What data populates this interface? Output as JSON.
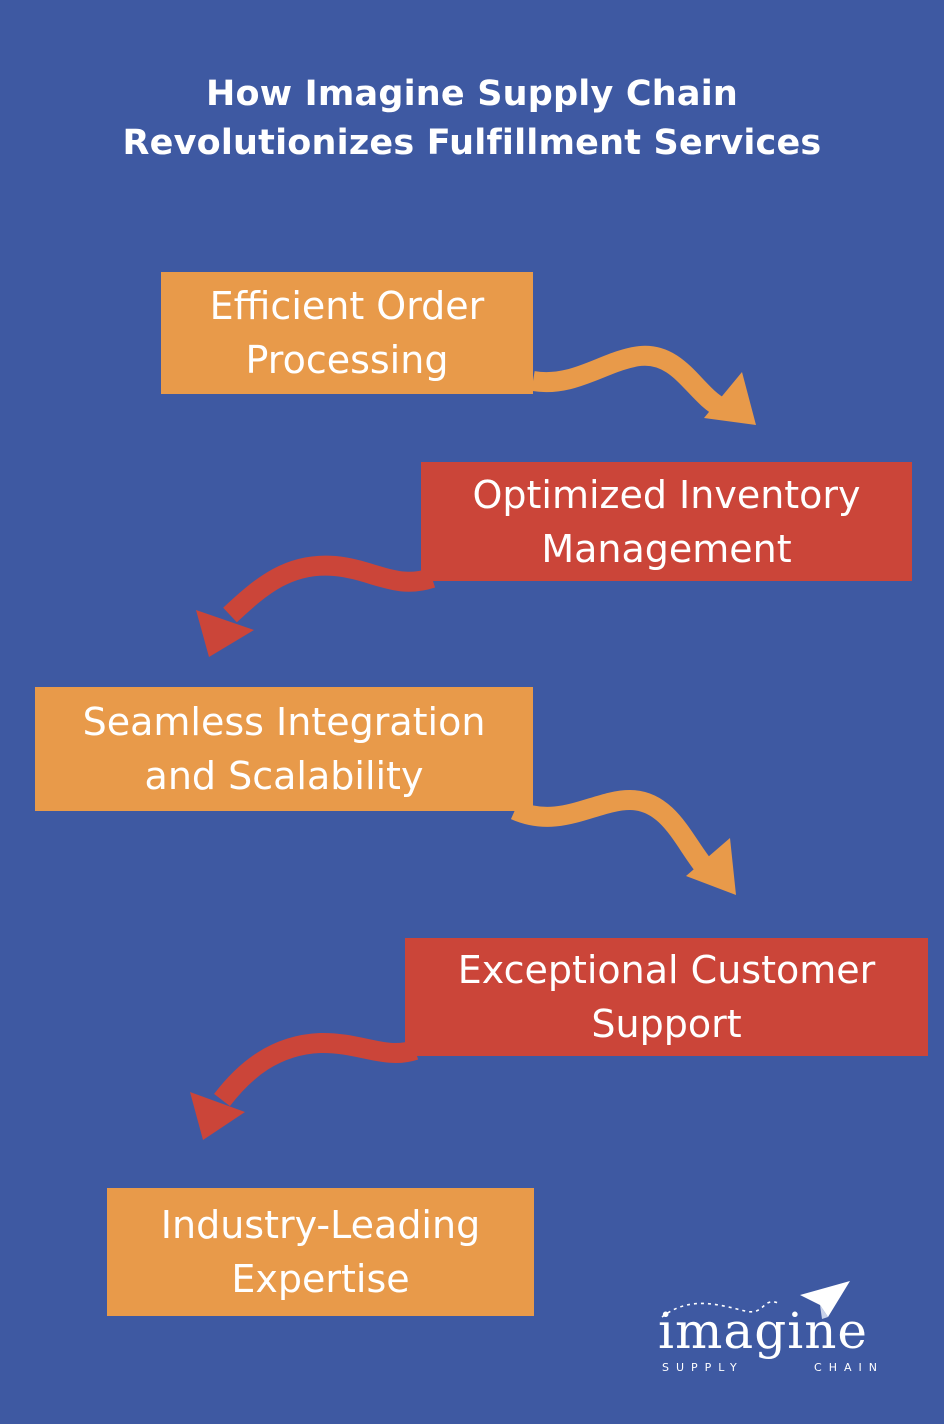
{
  "title": {
    "line1": "How Imagine Supply Chain",
    "line2": "Revolutionizes Fulfillment Services"
  },
  "steps": [
    {
      "line1": "Efficient Order",
      "line2": "Processing",
      "color": "#e89a4a"
    },
    {
      "line1": "Optimized Inventory",
      "line2": "Management",
      "color": "#cb4539"
    },
    {
      "line1": "Seamless Integration",
      "line2": "and Scalability",
      "color": "#e89a4a"
    },
    {
      "line1": "Exceptional Customer",
      "line2": "Support",
      "color": "#cb4539"
    },
    {
      "line1": "Industry-Leading",
      "line2": "Expertise",
      "color": "#e89a4a"
    }
  ],
  "logo": {
    "word": "imagine",
    "sub_left": "SUPPLY",
    "sub_right": "CHAIN"
  },
  "colors": {
    "background": "#3e59a2",
    "orange": "#e89a4a",
    "red": "#cb4539",
    "text": "#ffffff"
  }
}
